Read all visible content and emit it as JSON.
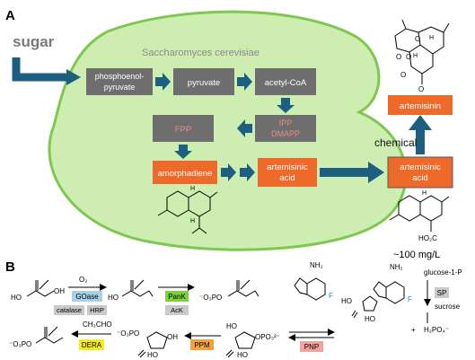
{
  "panel_a": {
    "label": "A",
    "sugar": "sugar",
    "organism": "Saccharomyces cerevisiae",
    "boxes": {
      "pep_line1": "phosphoenol-",
      "pep_line2": "pyruvate",
      "pyruvate": "pyruvate",
      "acetyl": "acetyl-CoA",
      "fpp": "FPP",
      "ipp_line1": "IPP",
      "ipp_line2": "DMAPP",
      "amorpha": "amorphadiene",
      "artacid_line1": "artemisinic",
      "artacid_line2": "acid",
      "artacid_out_line1": "artemisinic",
      "artacid_out_line2": "acid",
      "artemisinin": "artemisinin"
    },
    "chemical": "chemical",
    "yield": "~100 mg/L",
    "struct_labels": {
      "h1": "H",
      "h2": "H",
      "h3": "H",
      "h4": "H",
      "h5": "H",
      "o1": "O",
      "o2": "O",
      "o3": "O",
      "o4": "O",
      "o5": "O",
      "ho2c": "HO₂C"
    }
  },
  "panel_b": {
    "label": "B",
    "o2": "O₂",
    "goase": "GOase",
    "catalase": "catalase",
    "hrp": "HRP",
    "pank": "PanK",
    "ack": "AcK",
    "ch3cho": "CH₃CHO",
    "dera": "DERA",
    "ppm": "PPM",
    "pnp": "PNP",
    "glucose": "glucose-1-P",
    "sp": "SP",
    "sucrose": "sucrose",
    "h2po4": "H₂PO₄⁻",
    "plus": "+",
    "nh2_a": "NH₂",
    "nh2_b": "NH₂",
    "f_a": "F",
    "f_b": "F",
    "po3_1": "⁻O₃PO",
    "po3_2": "⁻O₃PO",
    "po3_3": "⁻O₃PO",
    "po3_4": "OPO₃²⁻",
    "oh": "OH",
    "ho": "HO"
  },
  "colors": {
    "cell_fill": "#cdeeb0",
    "cell_stroke": "#7ec850",
    "gray_box": "#6e6e6e",
    "pink_box": "#ef8a86",
    "orange_box": "#ee6a2b",
    "arrow_blue": "#1c5f80",
    "goase_blue": "#a9cfe6",
    "pank_green": "#7ed13a",
    "dera_yellow": "#f6ea1a",
    "ppm_orange": "#f4a23a",
    "pnp_pink": "#f4a39a",
    "enzyme_gray": "#c9c9c9"
  }
}
